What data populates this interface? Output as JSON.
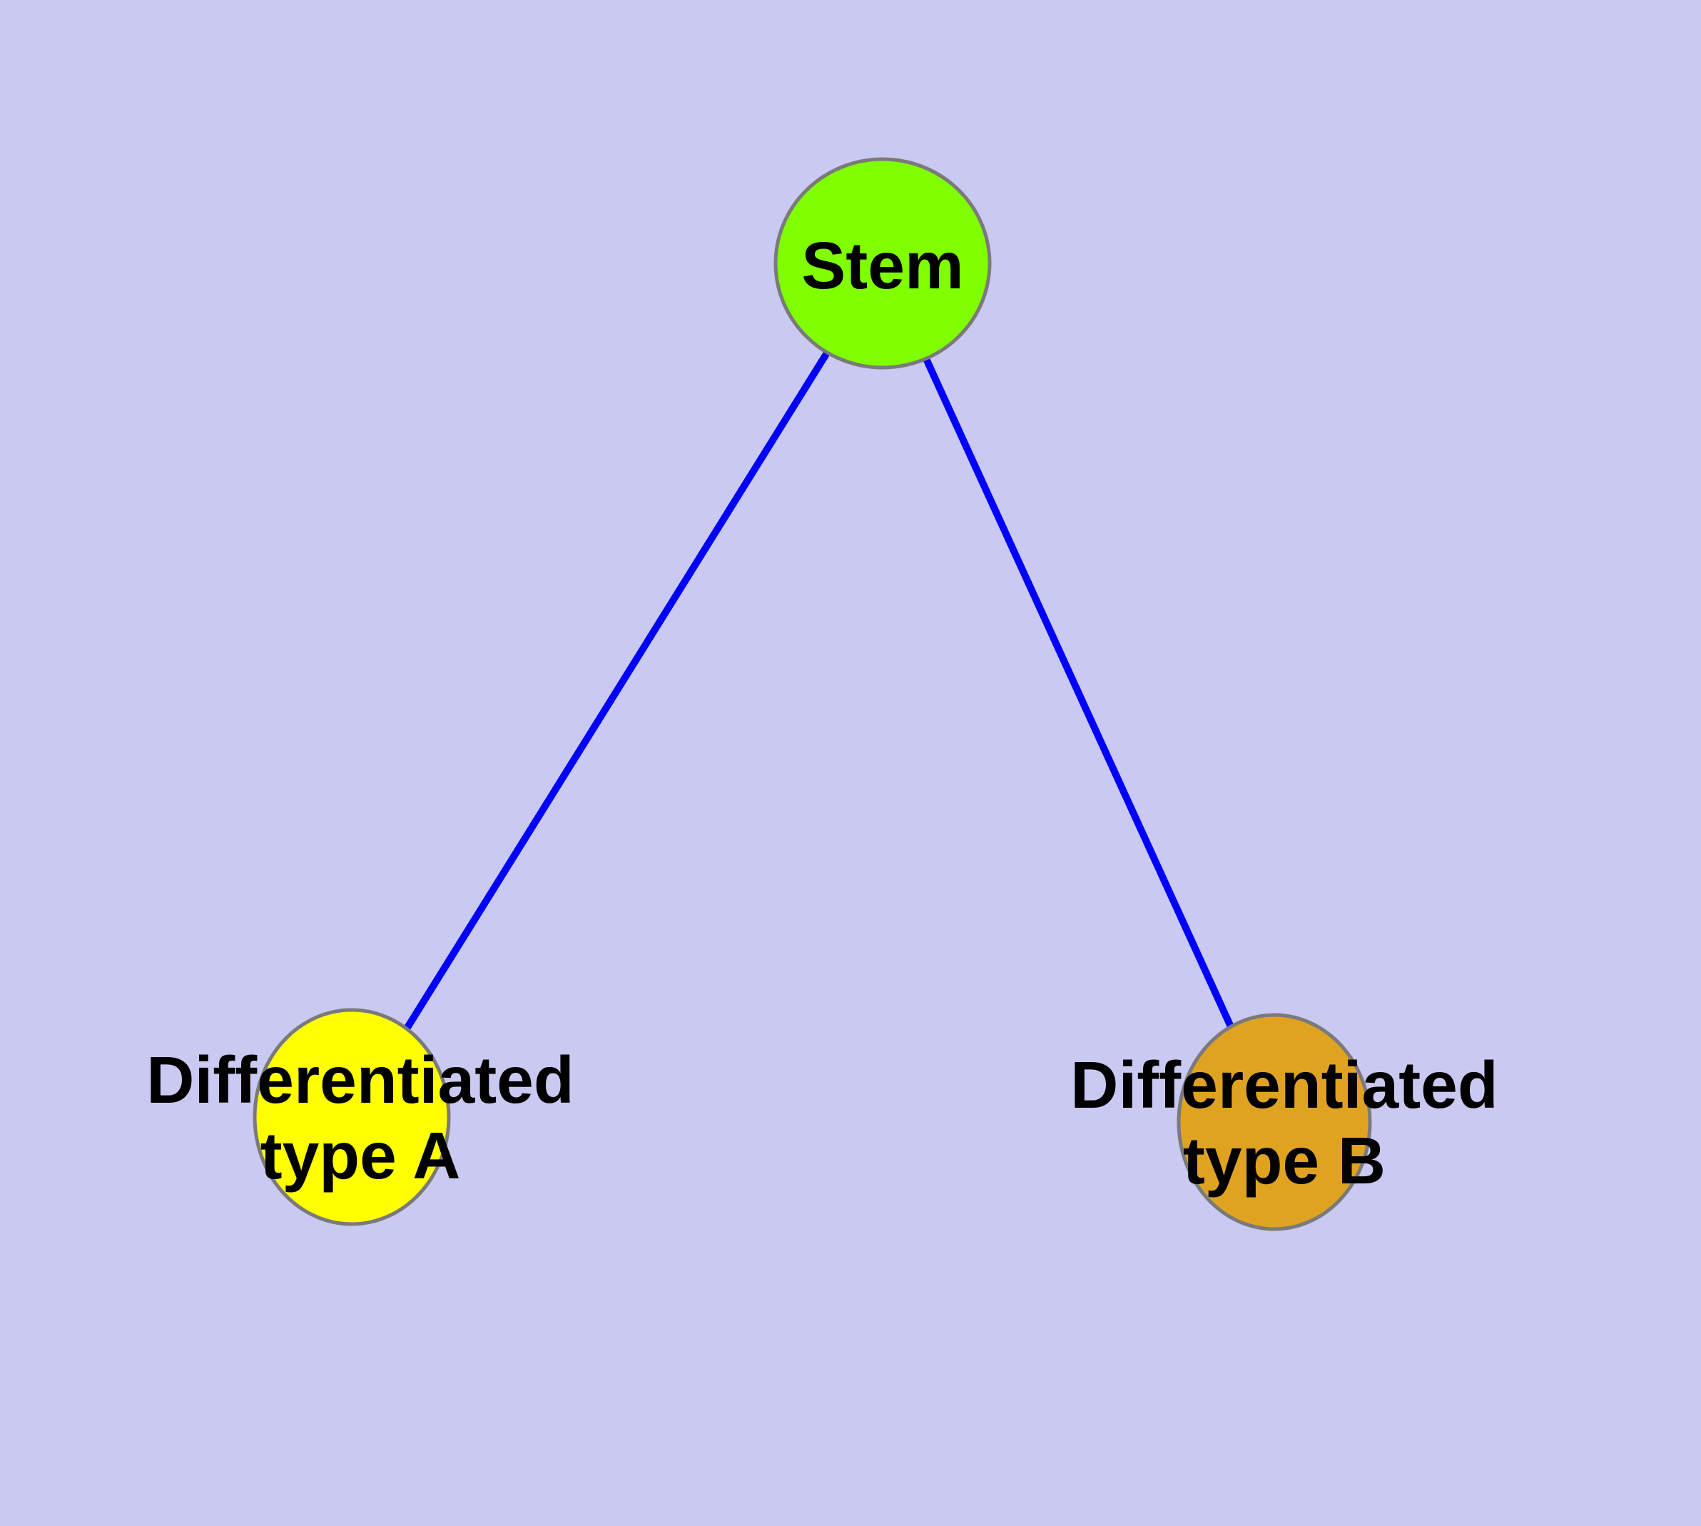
{
  "canvas": {
    "background": "#c9c9f1"
  },
  "palette": {
    "edge_color": "#0000ff",
    "node_border_color": "#7a7a7a",
    "label_text_color": "#000000"
  },
  "nodes": {
    "stem": {
      "label": "Stem",
      "fill": "#7fff00"
    },
    "type_a": {
      "label_line1": "Differentiated",
      "label_line2": "type A",
      "fill": "#ffff00"
    },
    "type_b": {
      "label_line1": "Differentiated",
      "label_line2": "type B",
      "fill": "#e0a321"
    }
  },
  "edges": [
    {
      "from": "Stem",
      "to": "Differentiated type A"
    },
    {
      "from": "Stem",
      "to": "Differentiated type B"
    }
  ]
}
